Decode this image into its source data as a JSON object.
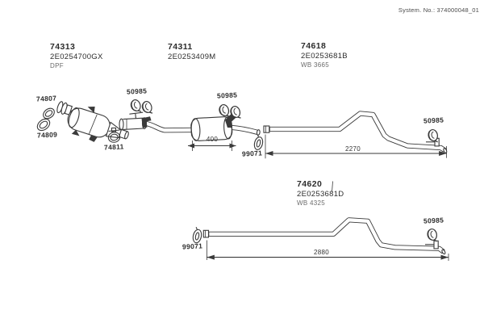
{
  "page": {
    "system_no": "System. No.: 374000048_01"
  },
  "part_blocks": [
    {
      "ref": "74313",
      "code": "2E0254700GX",
      "note": "DPF"
    },
    {
      "ref": "74311",
      "code": "2E0253409M",
      "note": ""
    },
    {
      "ref": "74618",
      "code": "2E0253681B",
      "note": "WB 3665"
    },
    {
      "ref": "74620",
      "code": "2E0253681D",
      "note": "WB 4325"
    }
  ],
  "callouts": {
    "front_gasket": "74807",
    "rear_gasket": "74809",
    "dpf_clamp": "74811",
    "mid_clamps": "50985",
    "muffler_clamps": "50985",
    "front_hanger": "99071",
    "rear_short_clamp": "50985",
    "rear_long_clamp": "50985",
    "rear_hanger": "99071"
  },
  "dimensions": {
    "muffler_length": "400",
    "rear_pipe_short": "2270",
    "rear_pipe_long": "2880"
  },
  "colors": {
    "line": "#3a3a3a",
    "text": "#2d2d2d",
    "muted": "#6b6b6b",
    "background": "#ffffff"
  }
}
